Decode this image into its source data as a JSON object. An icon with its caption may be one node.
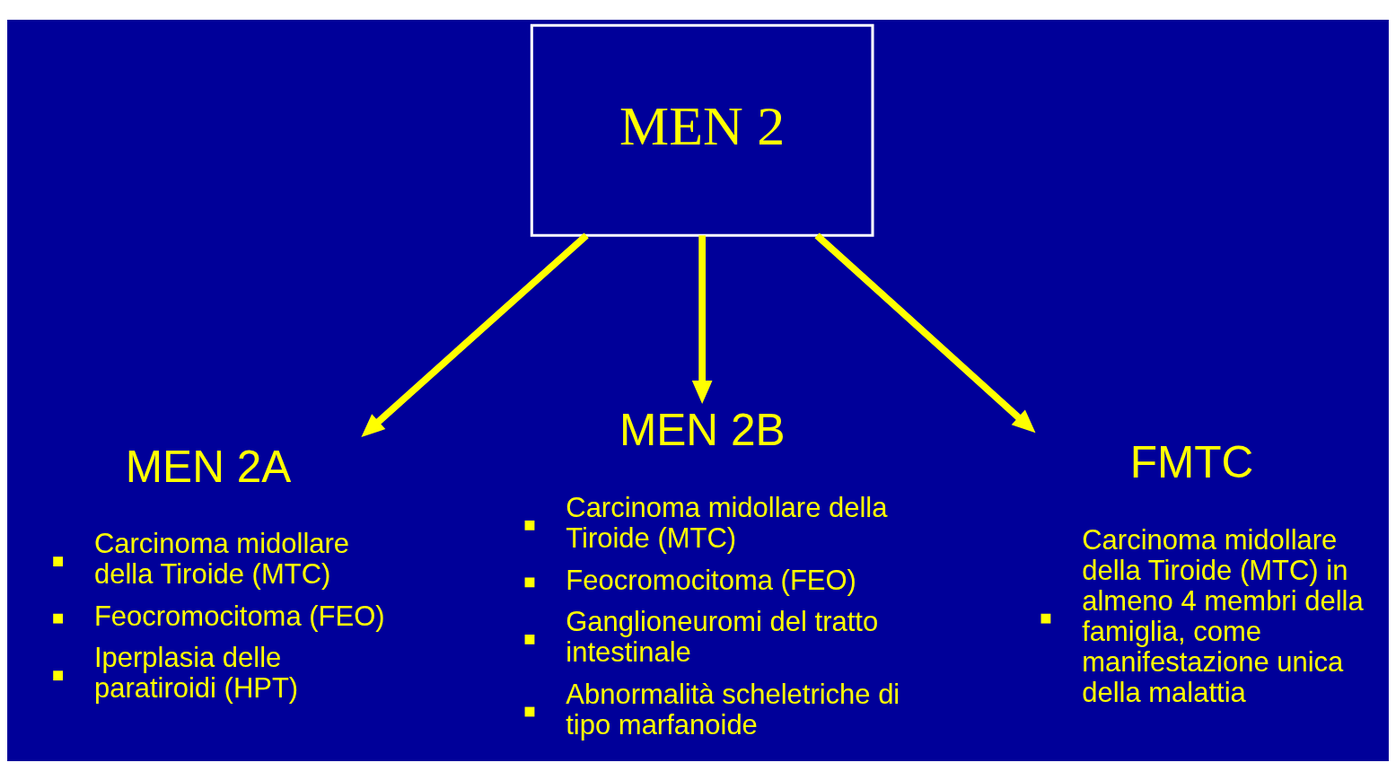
{
  "diagram": {
    "nodes": [
      {
        "text": [
          "MEN 2"
        ]
      },
      {
        "text": [
          "MEN 2A",
          "Carcinoma midollare della Tiroide (MTC)",
          "Feocromocitoma (FEO)",
          "Iperplasia delle paratiroidi (HPT)"
        ]
      },
      {
        "text": [
          "MEN 2B",
          "Carcinoma midollare della Tiroide (MTC)",
          "Feocromocitoma (FEO)",
          "Ganglioneuromi del tratto intestinale",
          "Abnormalità scheletriche di tipo marfanoide"
        ]
      },
      {
        "text": [
          "FMTC",
          "Carcinoma midollare della Tiroide (MTC) in almeno 4 membri della famiglia, come manifestazione unica della malattia"
        ]
      }
    ],
    "edges": [
      {
        "from": 0,
        "to": 1,
        "arrow": "to"
      },
      {
        "from": 0,
        "to": 2,
        "arrow": "to"
      },
      {
        "from": 0,
        "to": 3,
        "arrow": "to"
      }
    ]
  }
}
